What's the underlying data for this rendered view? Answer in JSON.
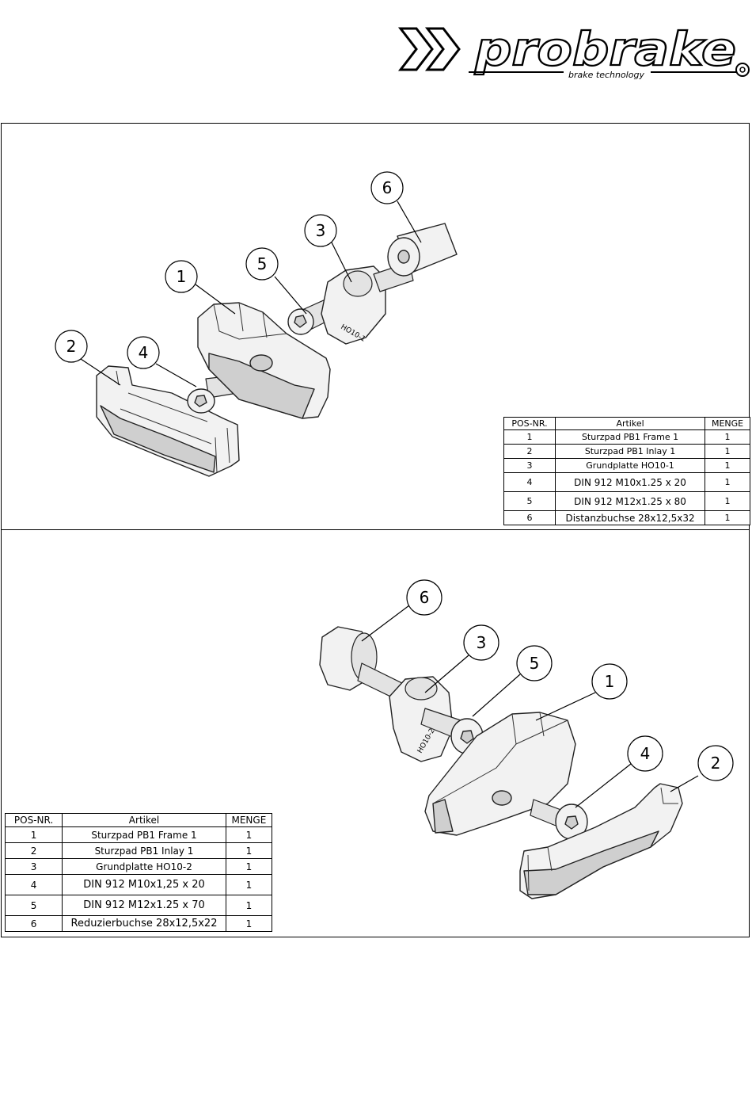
{
  "logo": {
    "brand": "probrake",
    "tagline": "brake technology"
  },
  "assemblies": [
    {
      "balloons": [
        "1",
        "2",
        "3",
        "4",
        "5",
        "6"
      ],
      "bom": {
        "headers": [
          "POS-NR.",
          "Artikel",
          "MENGE"
        ],
        "rows": [
          [
            "1",
            "Sturzpad PB1 Frame 1",
            "1"
          ],
          [
            "2",
            "Sturzpad PB1 Inlay 1",
            "1"
          ],
          [
            "3",
            "Grundplatte HO10-1",
            "1"
          ],
          [
            "4",
            "DIN 912 M10x1.25 x 20",
            "1"
          ],
          [
            "5",
            "DIN 912 M12x1.25 x 80",
            "1"
          ],
          [
            "6",
            "Distanzbuchse 28x12,5x32",
            "1"
          ]
        ]
      },
      "part_marking": "HO10-1"
    },
    {
      "balloons": [
        "1",
        "2",
        "3",
        "4",
        "5",
        "6"
      ],
      "bom": {
        "headers": [
          "POS-NR.",
          "Artikel",
          "MENGE"
        ],
        "rows": [
          [
            "1",
            "Sturzpad PB1 Frame 1",
            "1"
          ],
          [
            "2",
            "Sturzpad PB1 Inlay 1",
            "1"
          ],
          [
            "3",
            "Grundplatte HO10-2",
            "1"
          ],
          [
            "4",
            "DIN 912 M10x1,25 x 20",
            "1"
          ],
          [
            "5",
            "DIN 912 M12x1.25 x 70",
            "1"
          ],
          [
            "6",
            "Reduzierbuchse 28x12,5x22",
            "1"
          ]
        ]
      },
      "part_marking": "HO10-2"
    }
  ]
}
